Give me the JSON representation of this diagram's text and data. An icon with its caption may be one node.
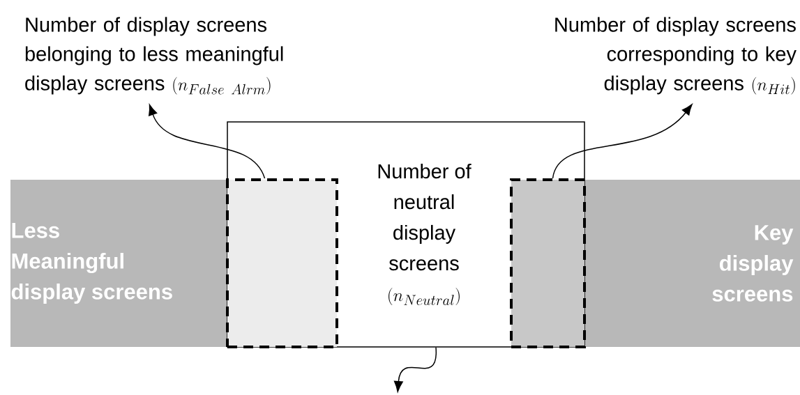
{
  "diagram": {
    "nodes": [
      {
        "text": [
          "Less Meaningful display screens"
        ]
      },
      {
        "text": [
          "Key display screens"
        ]
      },
      {
        "text": [
          "Number of neutral display screens",
          "(n_{Neutral})"
        ]
      },
      {
        "text": [],
        "shape": "box",
        "in": 2
      },
      {
        "text": [],
        "shape": "box",
        "in": 2
      },
      {
        "text": [
          "Number of display screens belonging to less meaningful display screens",
          "(n_{False\\ Alrm})"
        ]
      },
      {
        "text": [
          "Number of display screens corresponding to key display screens",
          "(n_{Hit})"
        ]
      }
    ],
    "edges": [
      {
        "from": 3,
        "to": 5,
        "arrow": "to"
      },
      {
        "from": 4,
        "to": 6,
        "arrow": "to"
      },
      {
        "from": 2,
        "to": null,
        "arrow": "to"
      }
    ]
  }
}
